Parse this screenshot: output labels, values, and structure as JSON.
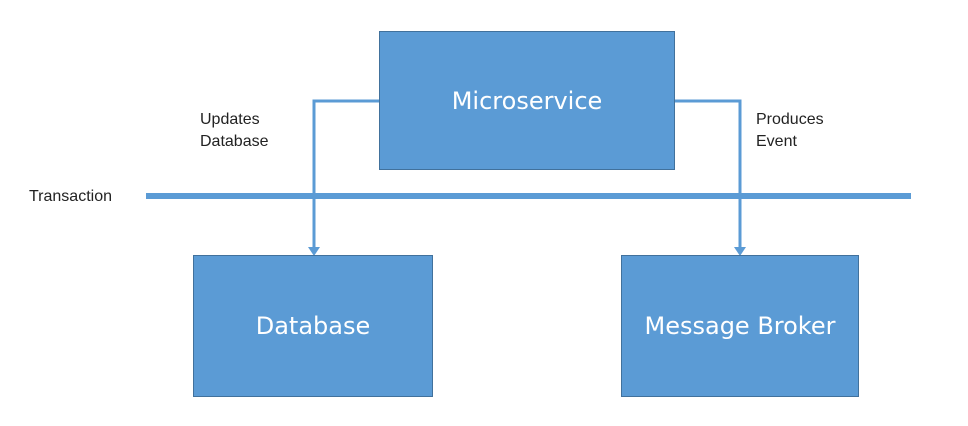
{
  "nodes": {
    "microservice": "Microservice",
    "database": "Database",
    "message_broker": "Message Broker"
  },
  "edges": {
    "updates": [
      "Updates",
      "Database"
    ],
    "produces": [
      "Produces",
      "Event"
    ]
  },
  "transaction_label": "Transaction",
  "colors": {
    "box_fill": "#5b9bd5",
    "box_border": "#41719c",
    "line": "#5b9bd5",
    "box_text": "#ffffff",
    "label_text": "#222222"
  }
}
